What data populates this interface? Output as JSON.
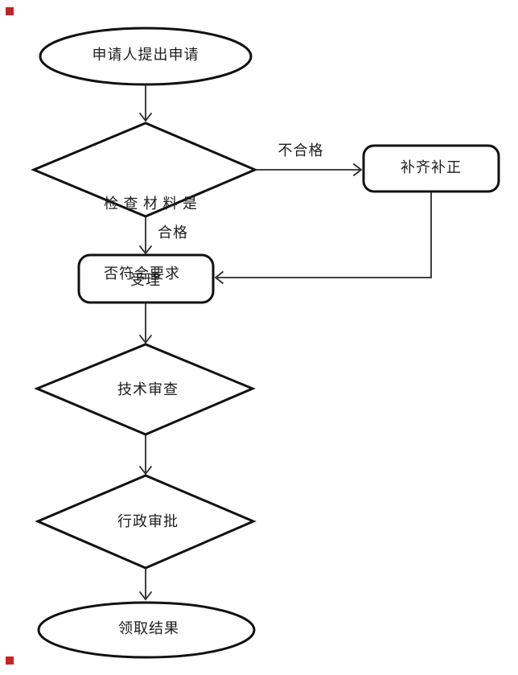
{
  "colors": {
    "background": "#ffffff",
    "shape_stroke": "#111111",
    "edge_stroke": "#2a2a2a",
    "text": "#1c1c1c",
    "corner_marker_red": "#c22525"
  },
  "flowchart": {
    "nodes": {
      "start": {
        "type": "ellipse",
        "label": "申请人提出申请"
      },
      "check": {
        "type": "decision",
        "label_line1": "检 查 材 料 是",
        "label_line2": "否符合要求"
      },
      "supplement": {
        "type": "process",
        "label": "补齐补正"
      },
      "accept": {
        "type": "process",
        "label": "受理"
      },
      "technical": {
        "type": "decision",
        "label": "技术审查"
      },
      "administrative": {
        "type": "decision",
        "label": "行政审批"
      },
      "end": {
        "type": "ellipse",
        "label": "领取结果"
      }
    },
    "edge_labels": {
      "fail": "不合格",
      "pass": "合格"
    }
  }
}
